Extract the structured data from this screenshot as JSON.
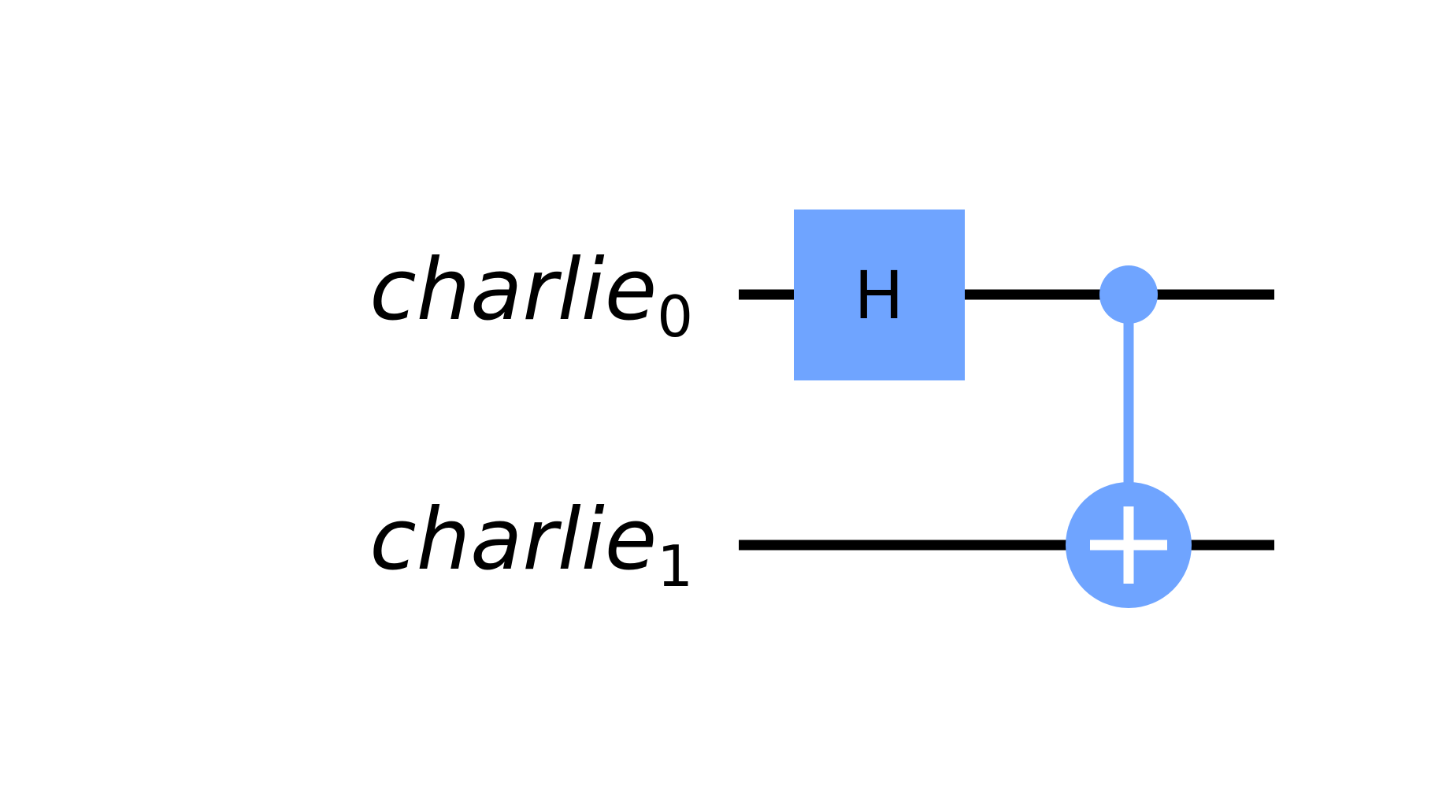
{
  "circuit": {
    "qubits": [
      {
        "name": "charlie",
        "index": "0"
      },
      {
        "name": "charlie",
        "index": "1"
      }
    ],
    "gates": [
      {
        "type": "H",
        "label": "H",
        "target": 0
      },
      {
        "type": "CNOT",
        "control": 0,
        "target": 1
      }
    ]
  },
  "colors": {
    "wire": "#000000",
    "gate_fill": "#6fa4ff",
    "target_plus": "#ffffff",
    "background": "#ffffff"
  }
}
